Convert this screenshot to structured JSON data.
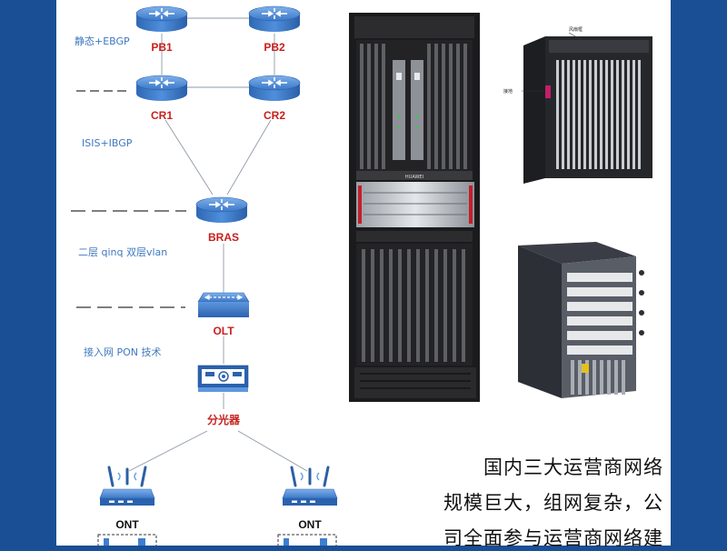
{
  "layers": {
    "l1": "静态+EBGP",
    "l2": "ISIS+IBGP",
    "l3": "二层 qinq 双层vlan",
    "l4": "接入网 PON 技术"
  },
  "nodes": {
    "pb1": "PB1",
    "pb2": "PB2",
    "cr1": "CR1",
    "cr2": "CR2",
    "bras": "BRAS",
    "olt": "OLT",
    "splitter": "分光器",
    "ont1": "ONT",
    "ont2": "ONT"
  },
  "devices": {
    "chassis_brand": "HUAWEI",
    "callout_top": "风扇框",
    "callout_side": "接地"
  },
  "description": {
    "line1": "国内三大运营商网络",
    "line2": "规模巨大，组网复杂，公",
    "line3": "司全面参与运营商网络建"
  },
  "colors": {
    "background": "#1a4f96",
    "node_fill": "#3f7fd0",
    "label_red": "#c8201e",
    "label_blue": "#3f78c0"
  }
}
